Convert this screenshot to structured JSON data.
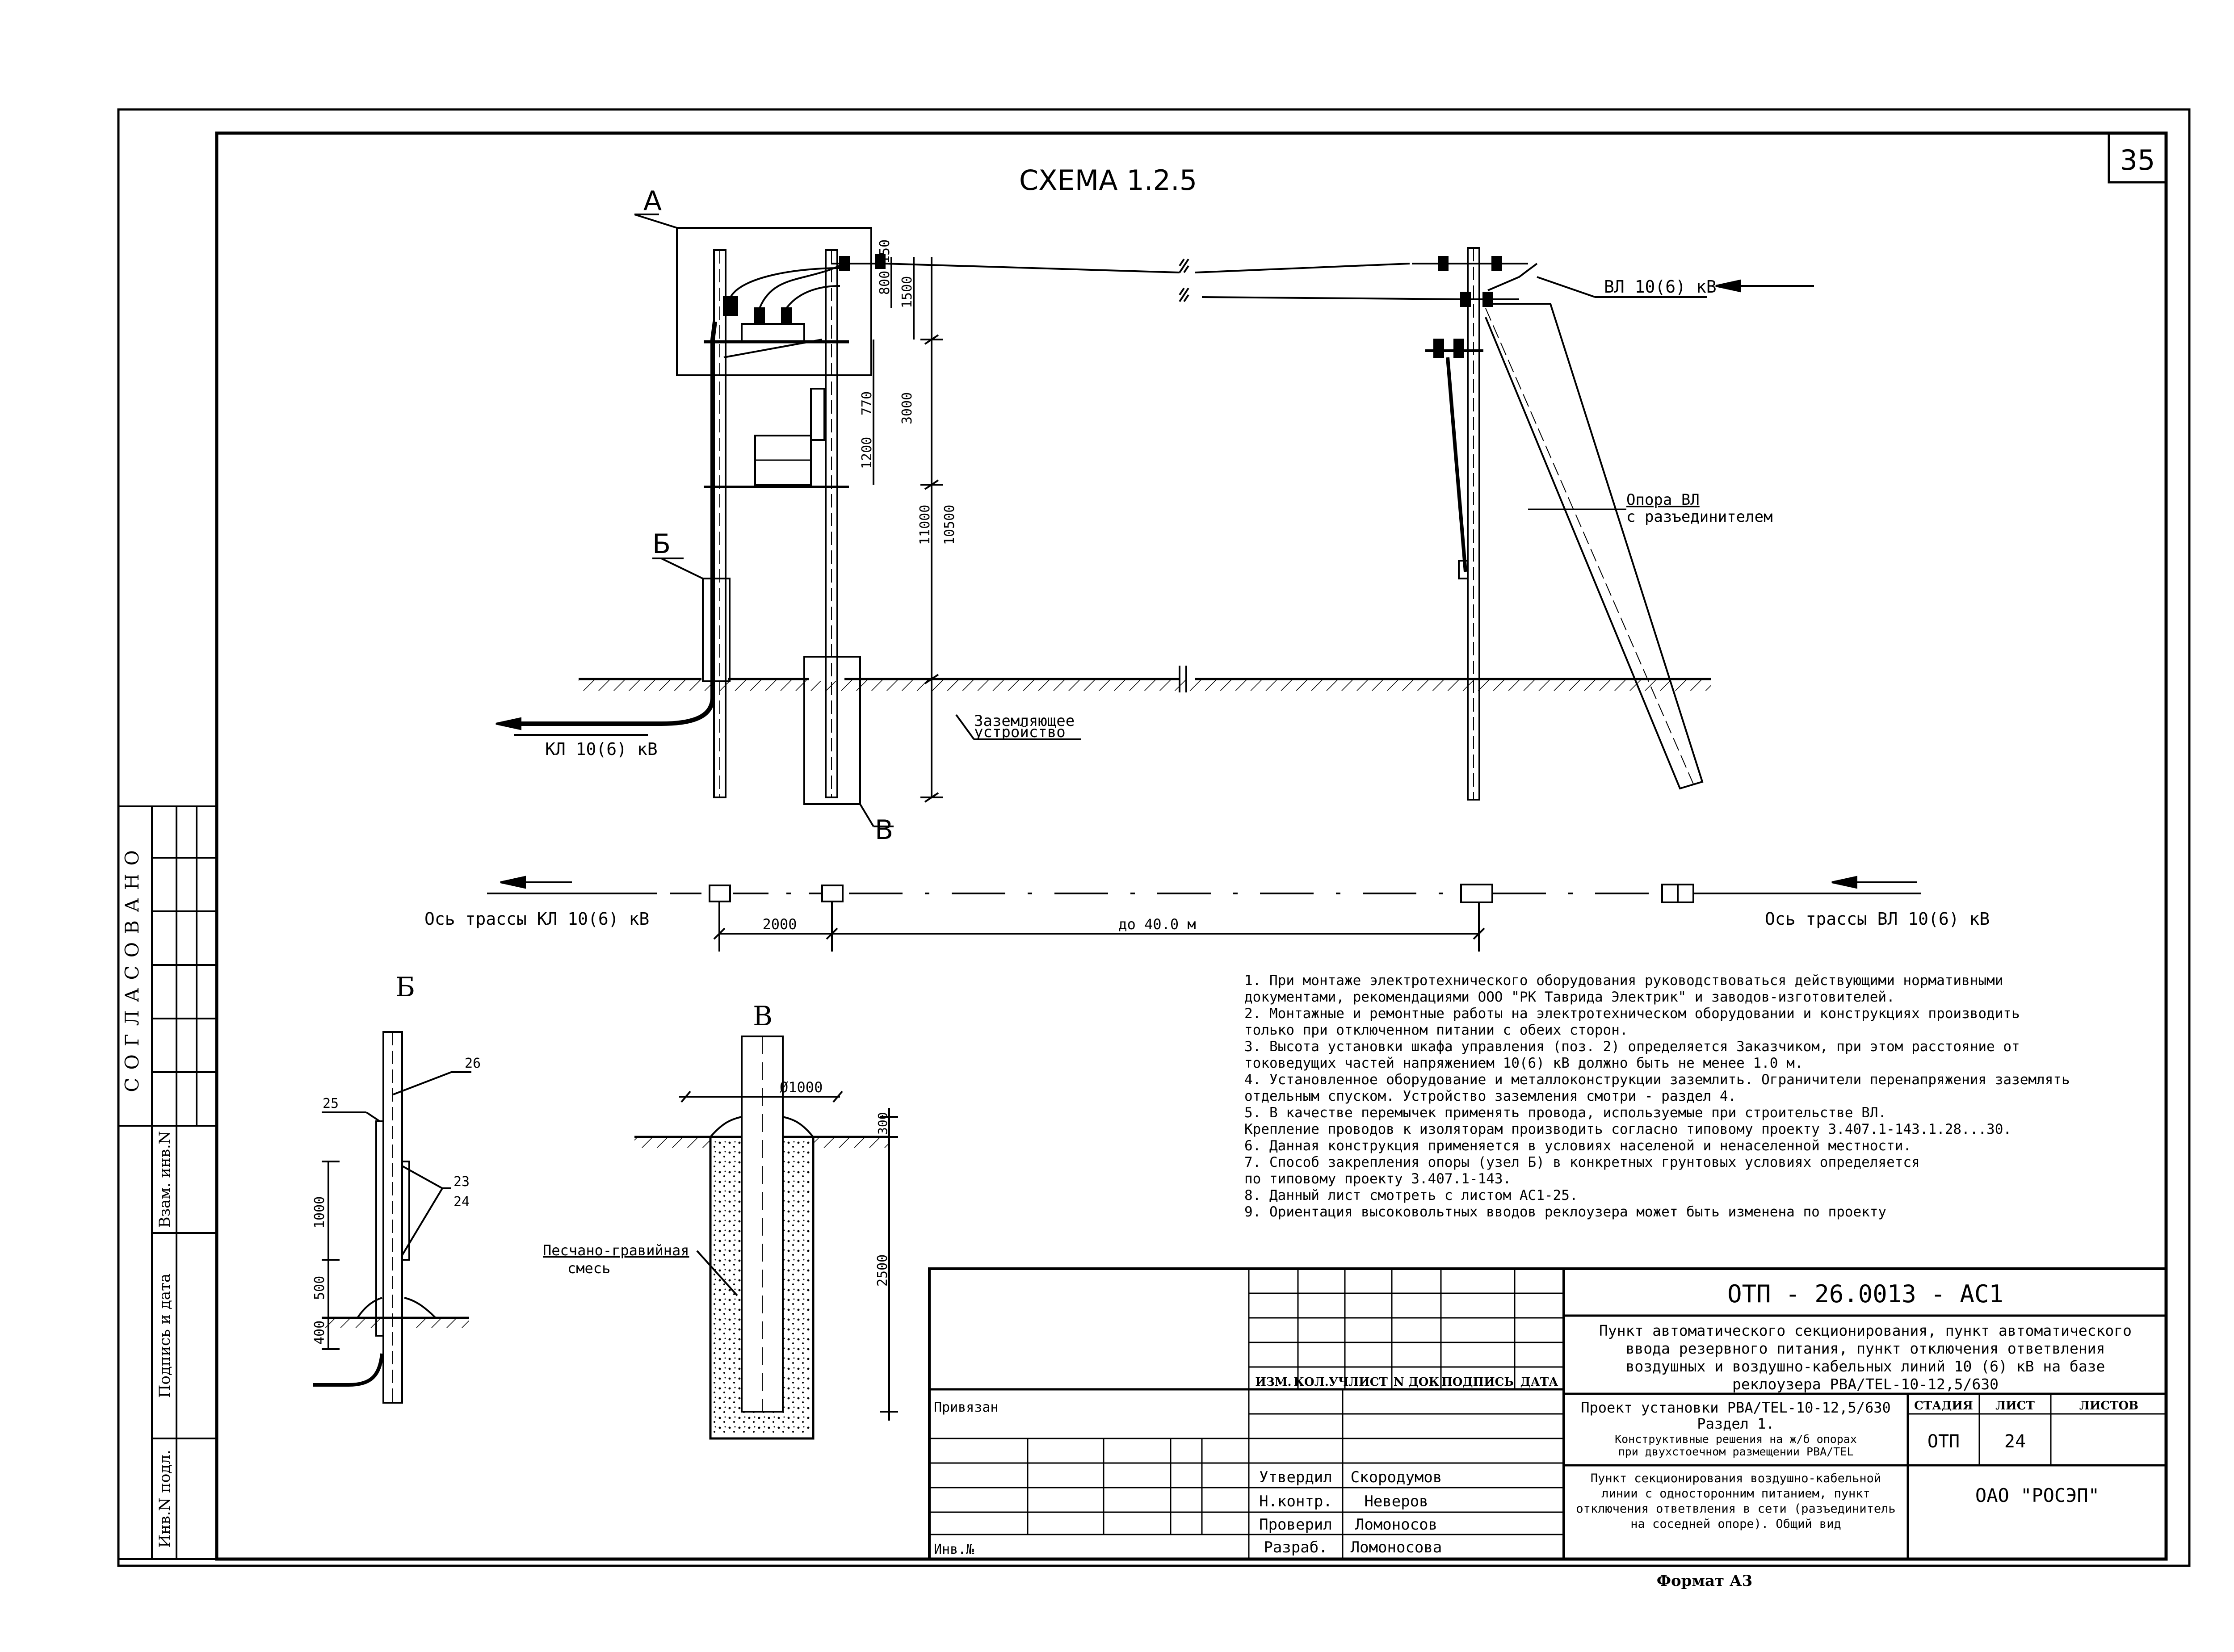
{
  "sheet_number": "35",
  "title": "СХЕМА 1.2.5",
  "format_label": "Формат А3",
  "side_stamp": {
    "agreed": "СОГЛАСОВАНО",
    "inv_replace": "Взам. инв.N",
    "sign_date": "Подпись и дата",
    "inv_orig": "Инв.N подл."
  },
  "diagram_labels": {
    "callout_a": "А",
    "callout_b": "Б",
    "callout_v": "В",
    "vl_line": "ВЛ 10(6) кВ",
    "kl_line": "КЛ 10(6) кВ",
    "support_label_1": "Опора ВЛ",
    "support_label_2": "с разъединителем",
    "grounding_1": "Заземляющее",
    "grounding_2": "устройство",
    "axis_kl": "Ось трассы КЛ 10(6) кВ",
    "axis_vl": "Ось трассы ВЛ 10(6) кВ",
    "span_2000": "2000",
    "span_40": "до 40.0 м",
    "dim_150": "150",
    "dim_800": "800",
    "dim_1500": "1500",
    "dim_3000": "3000",
    "dim_770": "770",
    "dim_1200": "1200",
    "dim_11000": "11000",
    "dim_10500": "10500"
  },
  "detail_b": {
    "title": "Б",
    "pos_26": "26",
    "pos_25": "25",
    "pos_23": "23",
    "pos_24": "24",
    "dim_1000": "1000",
    "dim_500": "500",
    "dim_400": "400"
  },
  "detail_v": {
    "title": "В",
    "diameter": "Ø1000",
    "dim_300": "300",
    "dim_2500": "2500",
    "fill_1": "Песчано-гравийная",
    "fill_2": "смесь"
  },
  "notes": [
    "1. При монтаже электротехнического оборудования руководствоваться действующими нормативными",
    "    документами, рекомендациями ООО \"РК Таврида Электрик\" и заводов-изготовителей.",
    "2. Монтажные и ремонтные работы на электротехническом оборудовании и  конструкциях производить",
    "    только при отключенном питании с обеих сторон.",
    "3. Высота установки шкафа управления (поз. 2) определяется Заказчиком, при этом расстояние от",
    "    токоведущих частей напряжением 10(6) кВ должно быть не менее 1.0 м.",
    "4. Установленное оборудование и металлоконструкции заземлить. Ограничители перенапряжения заземлять",
    "    отдельным спуском. Устройство заземления смотри - раздел 4.",
    "5. В качестве перемычек применять  провода,  используемые при строительстве ВЛ.",
    "    Крепление проводов к изоляторам производить согласно типовому проекту 3.407.1-143.1.28...30.",
    "6. Данная конструкция применяется в условиях населеной и ненаселенной местности.",
    "7. Способ закрепления опоры  (узел Б) в конкретных грунтовых условиях  определяется",
    "    по типовому проекту 3.407.1-143.",
    "8. Данный лист смотреть с листом АС1-25.",
    "9. Ориентация высоковольтных вводов реклоузера может быть изменена по проекту"
  ],
  "title_block": {
    "doc_code": "ОТП - 26.0013 - АС1",
    "desc": [
      "Пункт автоматического секционирования, пункт автоматического",
      "ввода резервного питания, пункт отключения ответвления",
      "воздушных и воздушно-кабельных линий 10 (6) кВ на базе",
      "реклоузера РВА/TEL-10-12,5/630"
    ],
    "cols": [
      "ИЗМ.",
      "КОЛ.УЧ",
      "ЛИСТ",
      "N ДОК",
      "ПОДПИСЬ",
      "ДАТА"
    ],
    "project": "Проект установки РВА/TEL-10-12,5/630",
    "section": "Раздел 1.",
    "section_sub_1": "Конструктивные решения на ж/б опорах",
    "section_sub_2": "при двухстоечном размещении РВА/TEL",
    "stage_h": "СТАДИЯ",
    "sheet_h": "ЛИСТ",
    "sheets_h": "ЛИСТОВ",
    "stage": "ОТП",
    "sheet": "24",
    "sheets": "",
    "sheet_desc": [
      "Пункт секционирования воздушно-кабельной",
      "линии с односторонним питанием, пункт",
      "отключения ответвления в сети (разъединитель",
      "на соседней опоре). Общий вид"
    ],
    "org": "ОАО \"РОСЭП\"",
    "privyazan": "Привязан",
    "inv_no": "Инв.№",
    "roles": [
      {
        "role": "Утвердил",
        "name": "Скородумов"
      },
      {
        "role": "Н.контр.",
        "name": "Неверов"
      },
      {
        "role": "Проверил",
        "name": "Ломоносов"
      },
      {
        "role": "Разраб.",
        "name": "Ломоносова"
      }
    ]
  }
}
